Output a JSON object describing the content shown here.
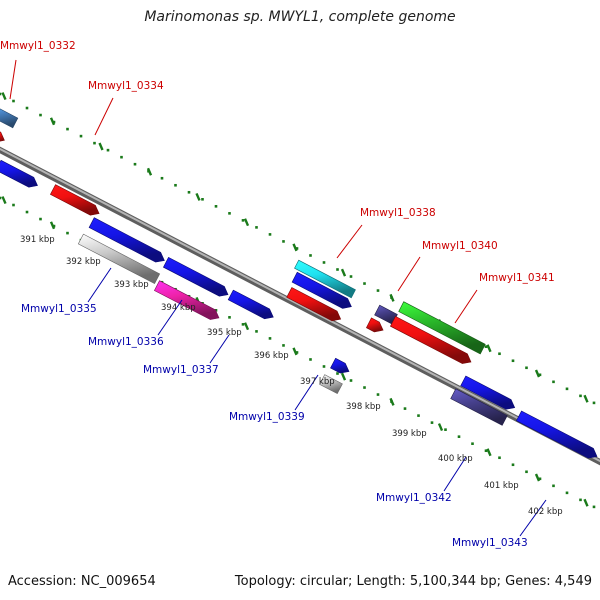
{
  "title": "Marinomonas sp. MWYL1, complete genome",
  "footer": {
    "accession": "Accession: NC_009654",
    "summary": "Topology: circular; Length: 5,100,344 bp; Genes: 4,549"
  },
  "colors": {
    "backbone": "#8c8c8c",
    "dots": "#1a7a1a",
    "top_label": "#cc0000",
    "bottom_label": "#0000aa",
    "blue": "#1515e6",
    "red": "#f01010",
    "steelblue": "#4a86c8",
    "gray": "#c8c8c8",
    "magenta": "#ee22a8",
    "cyan": "#20e0f0",
    "slate": "#46408c",
    "green": "#2ab82a"
  },
  "kbp_labels": [
    "391 kbp",
    "392 kbp",
    "393 kbp",
    "394 kbp",
    "395 kbp",
    "396 kbp",
    "397 kbp",
    "398 kbp",
    "399 kbp",
    "400 kbp",
    "401 kbp",
    "402 kbp"
  ],
  "top_labels": [
    "Mmwyl1_0332",
    "Mmwyl1_0334",
    "Mmwyl1_0338",
    "Mmwyl1_0340",
    "Mmwyl1_0341"
  ],
  "bottom_labels": [
    "Mmwyl1_0335",
    "Mmwyl1_0336",
    "Mmwyl1_0337",
    "Mmwyl1_0339",
    "Mmwyl1_0342",
    "Mmwyl1_0343"
  ]
}
